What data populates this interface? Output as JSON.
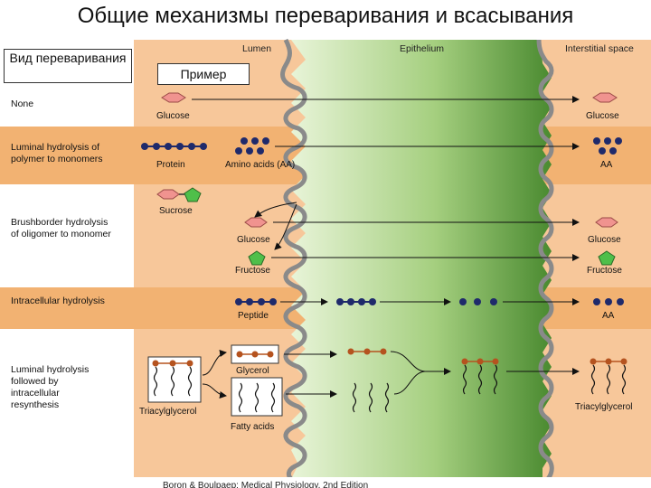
{
  "title": "Общие механизмы переваривания и всасывания",
  "column_headers": {
    "type": "Вид переваривания",
    "example": "Пример",
    "lumen": "Lumen",
    "epithelium": "Epithelium",
    "interstitial": "Interstitial space"
  },
  "rows": [
    {
      "type": "None",
      "labels": [
        "Glucose",
        "Glucose"
      ]
    },
    {
      "type": "Luminal hydrolysis of polymer to monomers",
      "labels": [
        "Protein",
        "Amino acids (AA)",
        "AA"
      ]
    },
    {
      "type": "Brushborder hydrolysis of oligomer to monomer",
      "labels": [
        "Sucrose",
        "Glucose",
        "Fructose",
        "Glucose",
        "Fructose"
      ]
    },
    {
      "type": "Intracellular hydrolysis",
      "labels": [
        "Peptide",
        "AA"
      ]
    },
    {
      "type": "Luminal hydrolysis followed by intracellular resynthesis",
      "labels": [
        "Triacylglycerol",
        "Glycerol",
        "Fatty acids",
        "Triacylglycerol"
      ]
    }
  ],
  "credit": "Boron & Boulpaep: Medical Physiology, 2nd Edition",
  "colors": {
    "lumen": "#f7c79a",
    "band": "#f2b272",
    "epithelium_light": "#dcefc8",
    "epithelium_dark": "#4e8a33",
    "glucose": "#f0938f",
    "fructose": "#4fbf4a",
    "amino": "#1f2a6b",
    "glycerol": "#b5531f"
  }
}
